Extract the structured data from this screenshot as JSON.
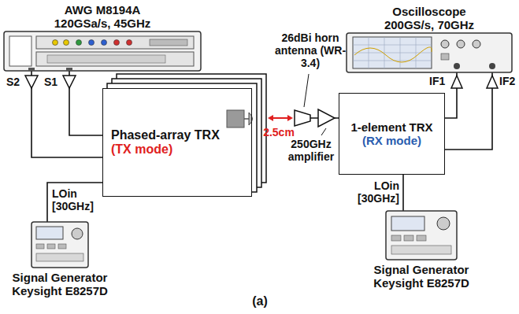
{
  "diagram": {
    "nodes": [
      {
        "text": [
          "AWG M8194A",
          "120GSa/s, 45GHz"
        ]
      },
      {
        "text": [
          "Oscilloscope",
          "200GS/s, 70GHz"
        ]
      },
      {
        "text": [
          "Phased-array TRX",
          "(TX mode)"
        ]
      },
      {
        "text": [
          "1-element TRX",
          "(RX mode)"
        ]
      },
      {
        "text": [
          "Signal Generator Keysight E8257D"
        ]
      },
      {
        "text": [
          "Signal Generator Keysight E8257D"
        ]
      }
    ],
    "edges": [
      {
        "from": 0,
        "to": 2,
        "arrow": "none",
        "label": "S2"
      },
      {
        "from": 0,
        "to": 2,
        "arrow": "none",
        "label": "S1"
      },
      {
        "from": 4,
        "to": 2,
        "arrow": "none",
        "label": "LOin [30GHz]"
      },
      {
        "from": 3,
        "to": 1,
        "arrow": "none",
        "label": "IF1"
      },
      {
        "from": 3,
        "to": 1,
        "arrow": "none",
        "label": "IF2"
      },
      {
        "from": 5,
        "to": 3,
        "arrow": "none",
        "label": "LOin [30GHz]"
      }
    ],
    "labels": [
      "2.5cm",
      "26dBi horn antenna (WR-3.4)",
      "250GHz amplifier",
      "(a)"
    ]
  }
}
